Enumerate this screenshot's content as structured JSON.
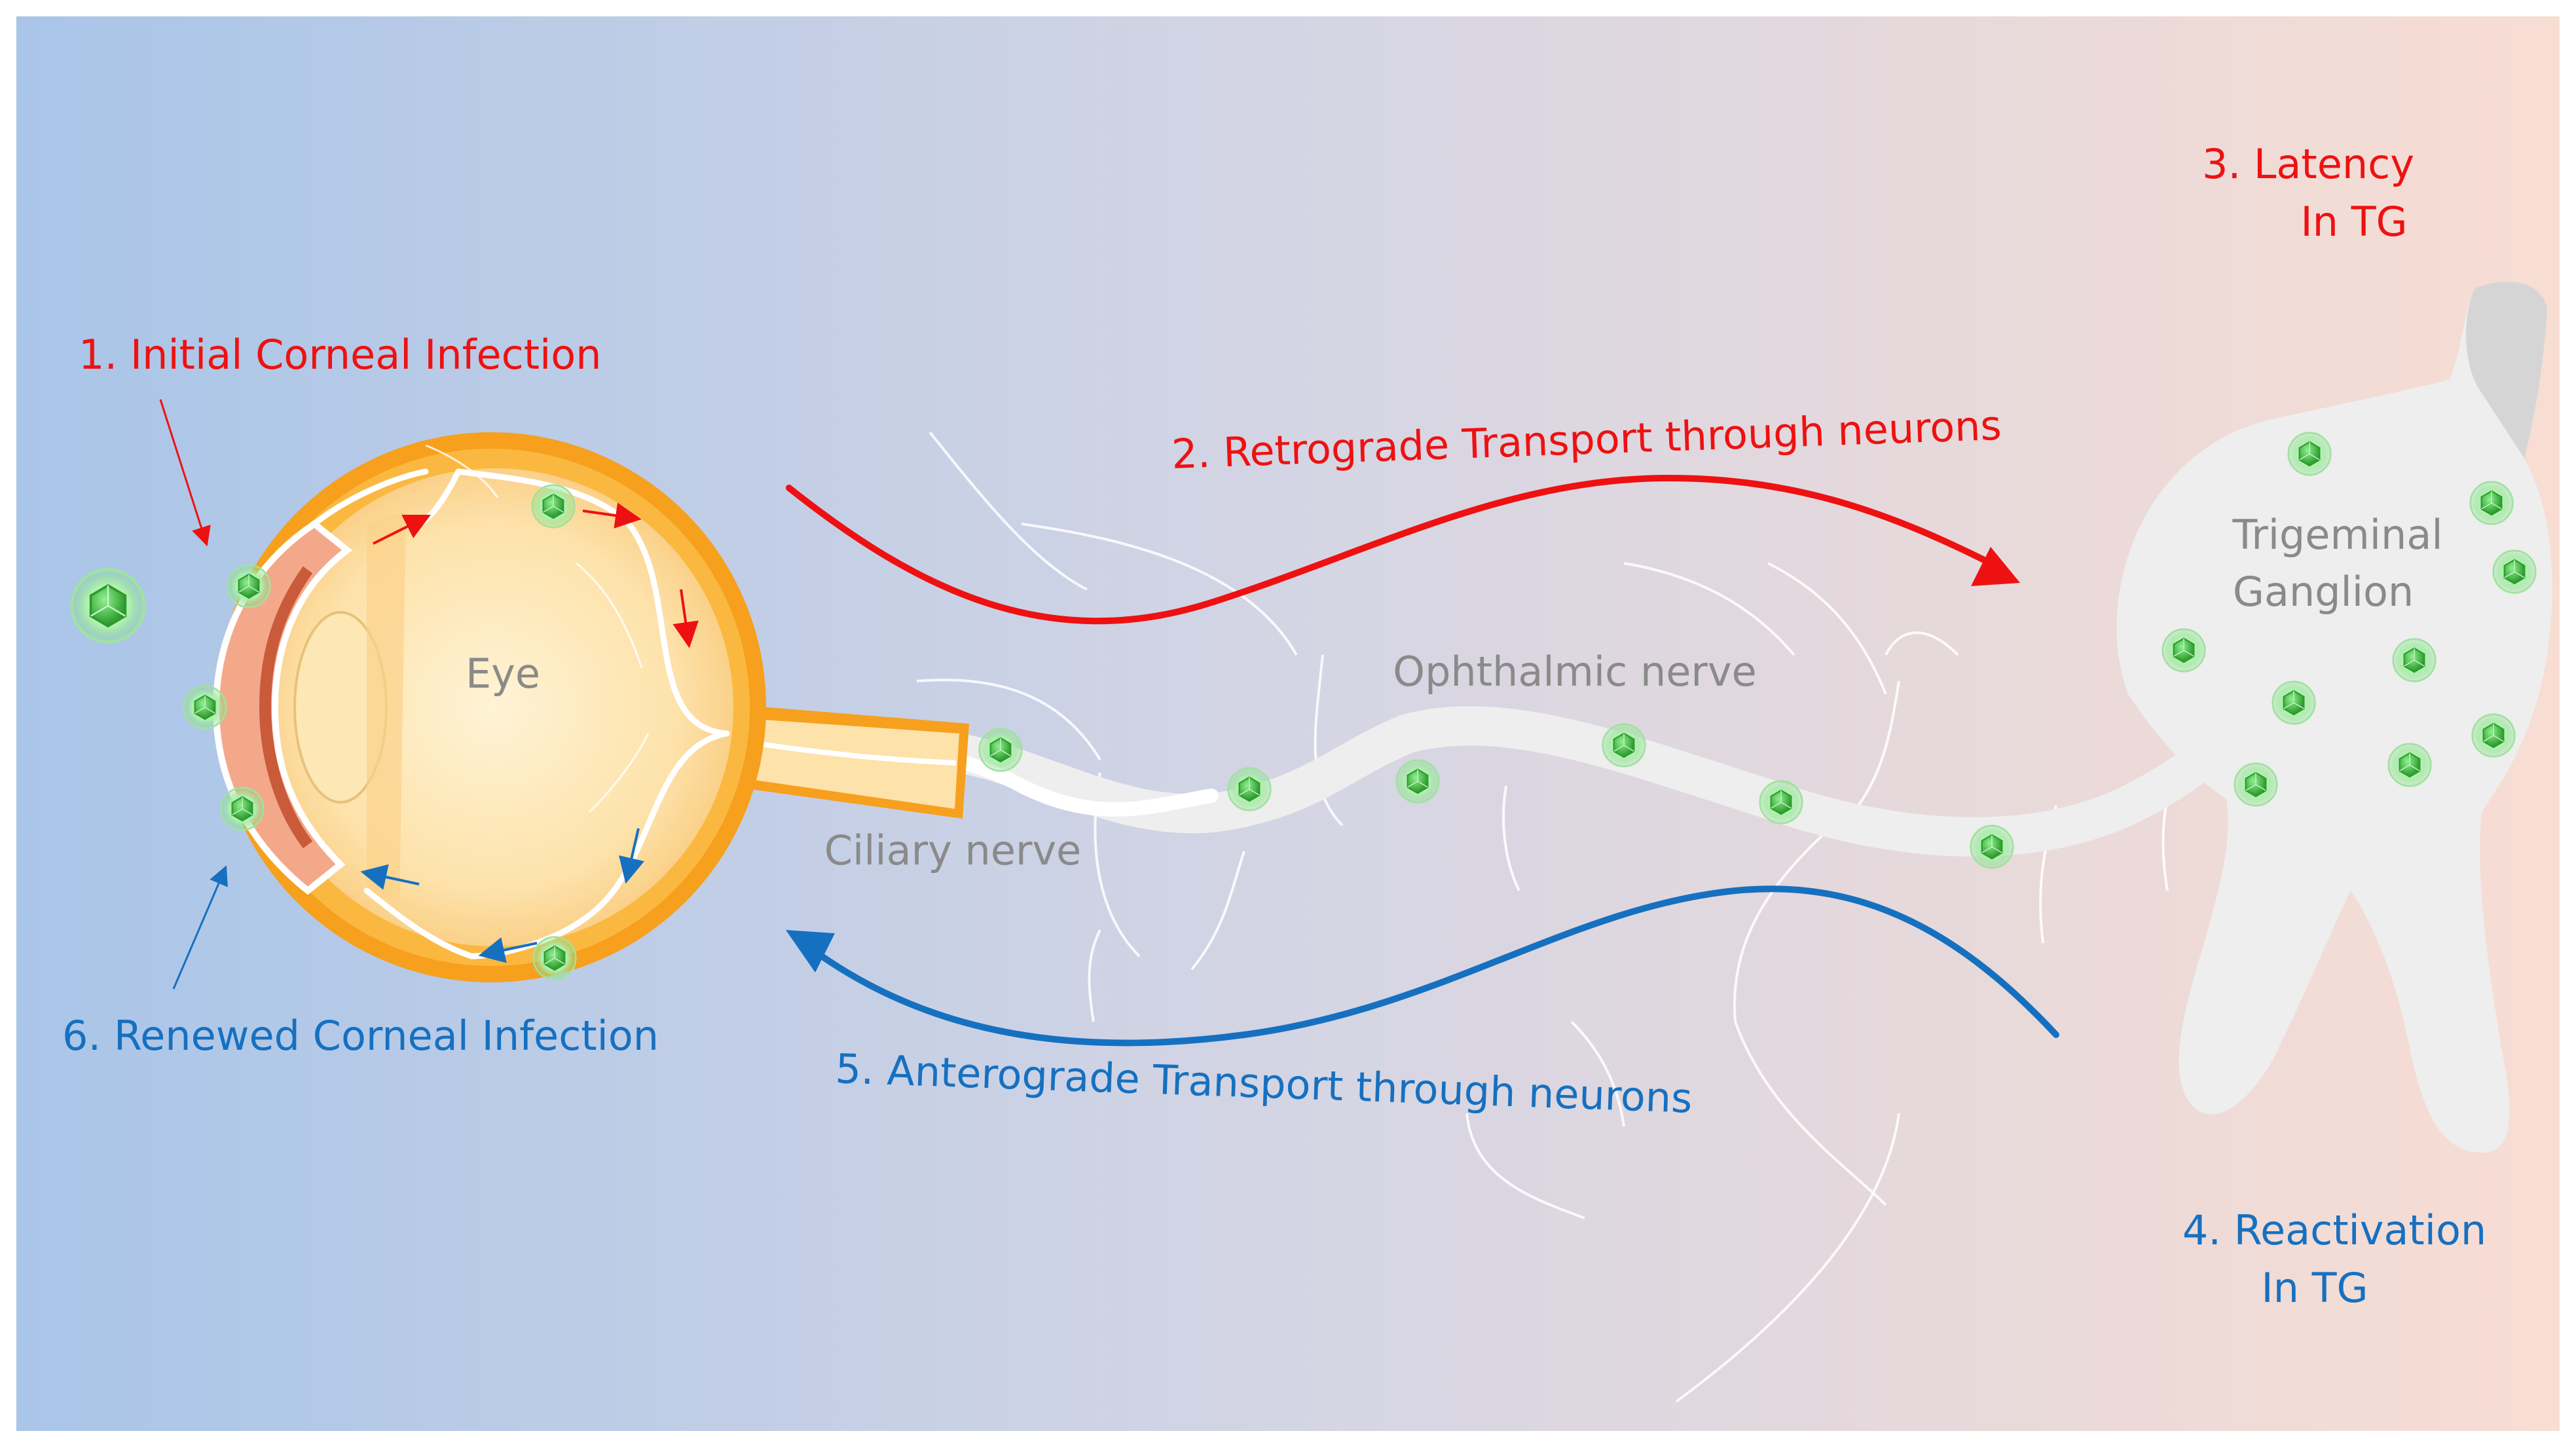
{
  "labels": {
    "step1": "1. Initial Corneal Infection",
    "step2": "2. Retrograde Transport through neurons",
    "step3_line1": "3. Latency",
    "step3_line2": "In TG",
    "step4_line1": "4. Reactivation",
    "step4_line2": "In TG",
    "step5": "5. Anterograde Transport through neurons",
    "step6": "6. Renewed Corneal Infection",
    "eye": "Eye",
    "ciliary_nerve": "Ciliary nerve",
    "ophthalmic_nerve": "Ophthalmic nerve",
    "tg_line1": "Trigeminal",
    "tg_line2": "Ganglion"
  },
  "colors": {
    "retrograde": "#ee1111",
    "anterograde": "#1670c0",
    "background_left": "#a9c5e8",
    "background_right": "#f8ddd3",
    "eye_outer": "#f6a01e",
    "eye_inner": "#fde2aa",
    "ganglion": "#eeeeee",
    "virus": "#4cc94c"
  }
}
